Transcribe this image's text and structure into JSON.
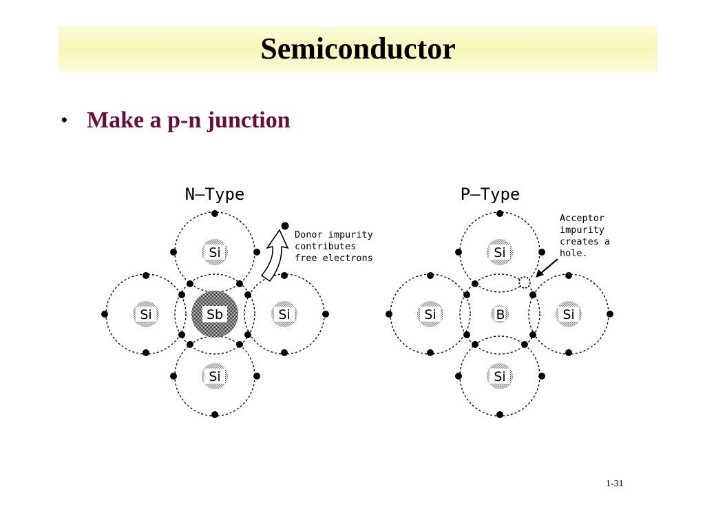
{
  "slide": {
    "title": "Semiconductor",
    "bullet": "Make a p-n junction",
    "bullet_marker": "•",
    "page_number": "1-31",
    "colors": {
      "bullet_text": "#6b0f3a",
      "title_band": "#f7f7b8"
    }
  },
  "diagram": {
    "n_type": {
      "heading": "N–Type",
      "center_atom": "Sb",
      "neighbor_atoms": [
        "Si",
        "Si",
        "Si",
        "Si"
      ],
      "note_lines": [
        "Donor impurity",
        "contributes",
        "free electrons"
      ]
    },
    "p_type": {
      "heading": "P–Type",
      "center_atom": "B",
      "neighbor_atoms": [
        "Si",
        "Si",
        "Si",
        "Si"
      ],
      "note_lines": [
        "Acceptor",
        "impurity",
        "creates a",
        "hole."
      ]
    }
  }
}
